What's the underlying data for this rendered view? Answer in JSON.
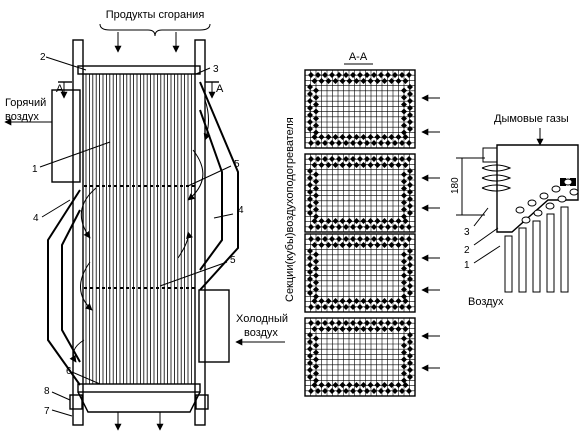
{
  "diagram": {
    "top_label": "Продукты сгорания",
    "hot_air_line1": "Горячий",
    "hot_air_line2": "воздух",
    "cold_air_line1": "Холодный",
    "cold_air_line2": "воздух",
    "section_cut": "А-А",
    "cut_mark_left": "А",
    "cut_mark_right": "А",
    "vertical_label": "Секции(кубы)воздухоподогревателя",
    "flue_gases": "Дымовые газы",
    "air": "Воздух",
    "dimension": "180",
    "callouts": {
      "n1": "1",
      "n2": "2",
      "n3": "3",
      "n4": "4",
      "n4b": "4",
      "n5": "5",
      "n5b": "5",
      "n6": "6",
      "n7": "7",
      "n8": "8",
      "d1": "1",
      "d2": "2",
      "d3": "3"
    }
  }
}
